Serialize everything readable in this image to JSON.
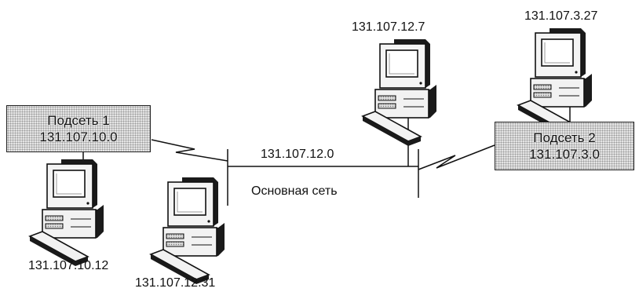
{
  "subnet1": {
    "name": "Подсеть 1",
    "address": "131.107.10.0"
  },
  "subnet2": {
    "name": "Подсеть 2",
    "address": "131.107.3.0"
  },
  "backbone": {
    "address": "131.107.12.0",
    "name": "Основная сеть"
  },
  "hosts": {
    "h1": "131.107.10.12",
    "h2": "131.107.12.31",
    "h3": "131.107.12.7",
    "h4": "131.107.3.27"
  },
  "colors": {
    "line": "#111111",
    "box_fill": "#e4e4e4",
    "box_dot": "#9a9a9a"
  }
}
